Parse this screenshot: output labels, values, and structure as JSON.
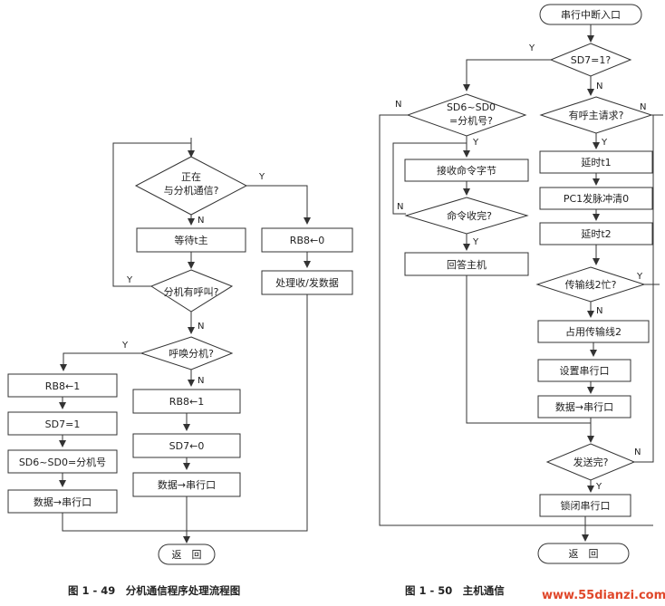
{
  "left": {
    "check_busy": "正在\n与分机通信?",
    "wait": "等待t主",
    "rb8_to_0": "RB8←0",
    "process": "处理收/发数据",
    "has_call": "分机有呼叫?",
    "call_slave": "呼唤分机?",
    "rb8_1_a": "RB8←1",
    "sd7_eq1": "SD7=1",
    "sd_eq_no": "SD6~SD0=分机号",
    "data_out_a": "数据→串行口",
    "rb8_1_b": "RB8←1",
    "sd7_to0": "SD7←0",
    "data_out_b": "数据→串行口",
    "ret": "返　回",
    "caption": "图 1 - 49　分机通信程序处理流程图"
  },
  "right": {
    "entry": "串行中断入口",
    "sd7_is1": "SD7=1?",
    "sd_is_no": "SD6~SD0\n=分机号?",
    "recv_cmd": "接收命令字节",
    "cmd_done": "命令收完?",
    "reply": "回答主机",
    "master_req": "有呼主请求?",
    "delay1": "延时t1",
    "pc1": "PC1发脉冲清0",
    "delay2": "延时t2",
    "line2_busy": "传输线2忙?",
    "occupy": "占用传输线2",
    "setup": "设置串行口",
    "data_out": "数据→串行口",
    "send_done": "发送完?",
    "lock": "锁闭串行口",
    "ret": "返　回",
    "caption": "图 1 - 50　主机通信"
  },
  "yes": "Y",
  "no": "N",
  "watermark": "www.55dianzi.com"
}
